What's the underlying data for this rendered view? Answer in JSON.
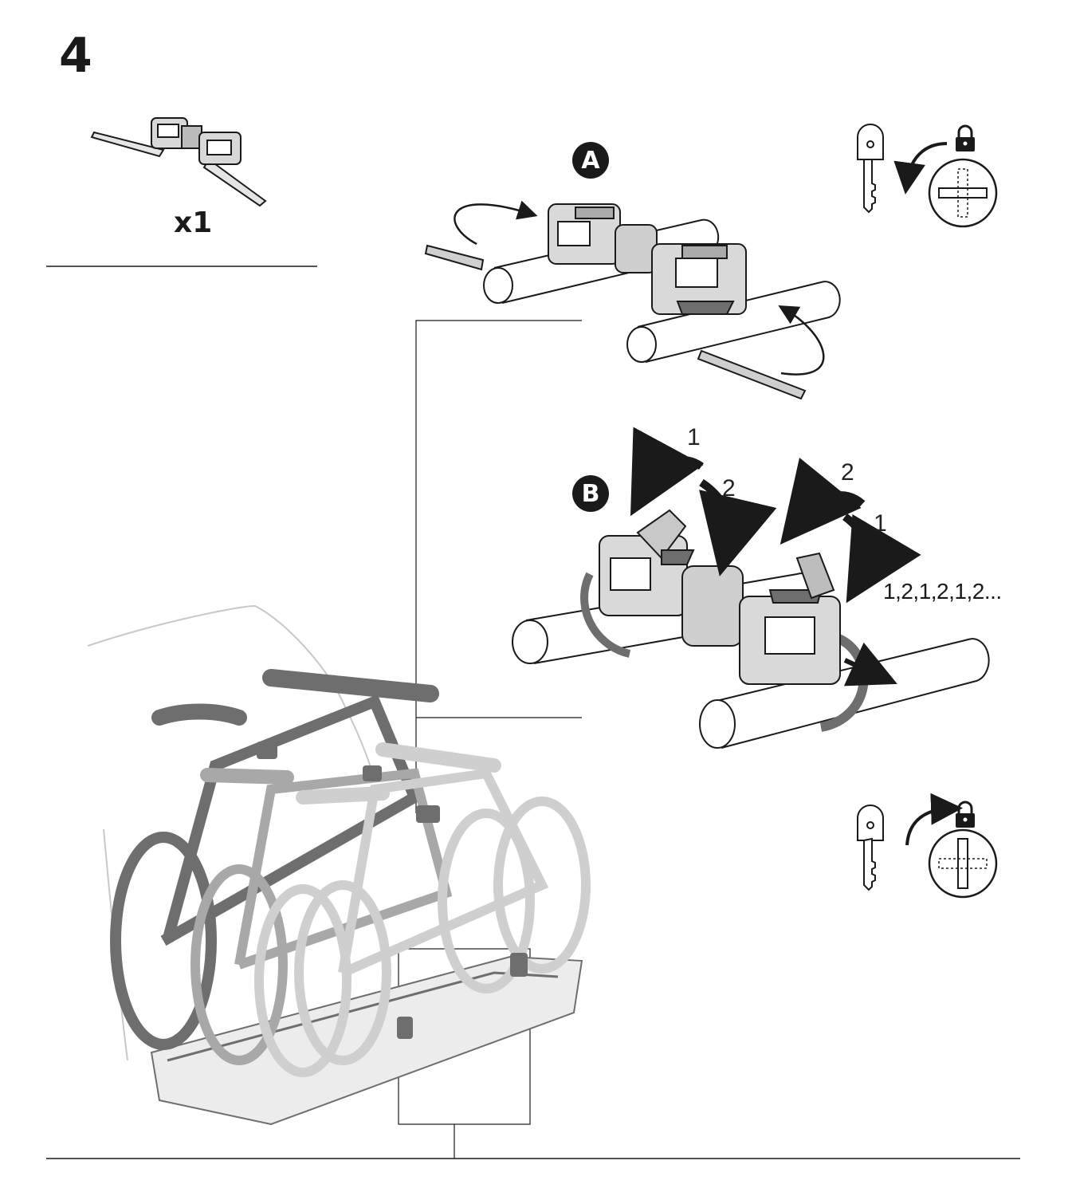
{
  "step": {
    "number": "4",
    "quantity": "x1"
  },
  "detail_a": {
    "badge": "A"
  },
  "detail_b": {
    "badge": "B",
    "left_lever_labels": [
      "1",
      "2"
    ],
    "right_lever_labels": [
      "2",
      "1"
    ],
    "sequence": "1,2,1,2,1,2..."
  },
  "icons": {
    "key_unlock": "key-icon",
    "key_lock": "key-icon",
    "padlock": "padlock-icon"
  },
  "colors": {
    "ink": "#1a1a1a",
    "mid_gray": "#6e6e6e",
    "light_gray": "#c8c8c8"
  }
}
